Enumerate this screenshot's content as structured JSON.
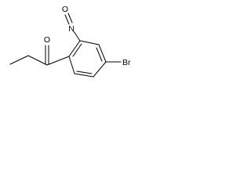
{
  "molecule": {
    "atom_labels": {
      "oxygen_ketone": "O",
      "nitrogen": "N",
      "oxygen_nitroso": "O",
      "bromine": "Br"
    },
    "colors": {
      "bond": "#000000",
      "label": "#000000",
      "background": "#ffffff"
    }
  }
}
